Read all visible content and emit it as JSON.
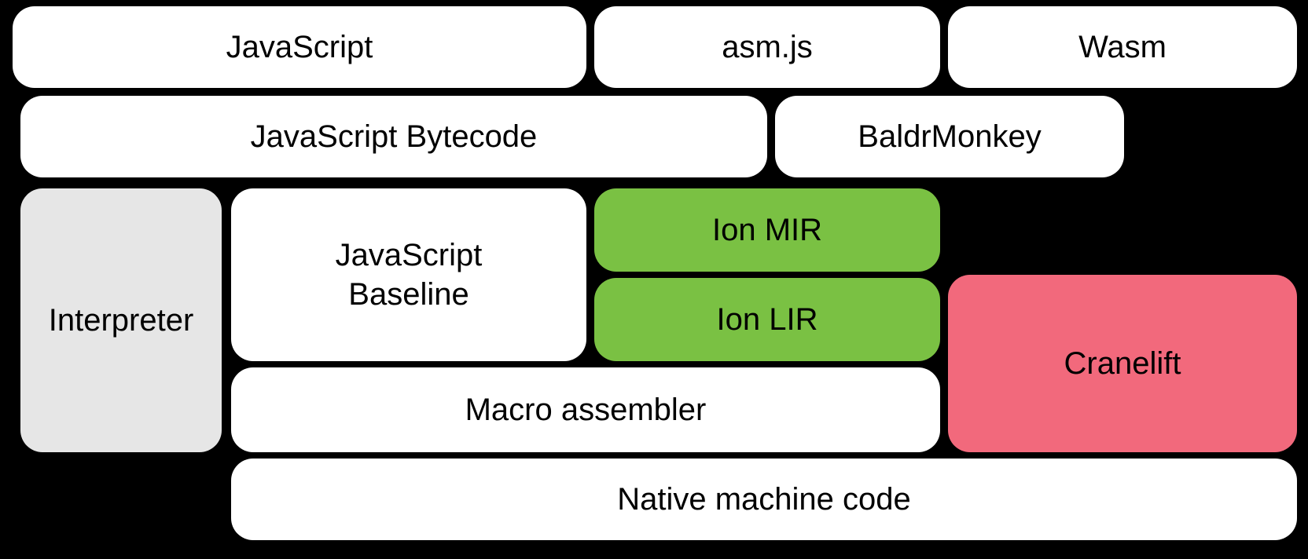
{
  "diagram": {
    "background": "#000000",
    "text_color": "#000000",
    "colors": {
      "default_box": "#ffffff",
      "interpreter_box": "#e6e6e6",
      "ion_box": "#7ac143",
      "cranelift_box": "#f2697c"
    },
    "nodes": {
      "javascript": {
        "label": "JavaScript",
        "color": "#ffffff"
      },
      "asmjs": {
        "label": "asm.js",
        "color": "#ffffff"
      },
      "wasm": {
        "label": "Wasm",
        "color": "#ffffff"
      },
      "bytecode": {
        "label": "JavaScript Bytecode",
        "color": "#ffffff"
      },
      "baldrmonkey": {
        "label": "BaldrMonkey",
        "color": "#ffffff"
      },
      "interpreter": {
        "label": "Interpreter",
        "color": "#e6e6e6"
      },
      "baseline": {
        "label": "JavaScript\nBaseline",
        "color": "#ffffff"
      },
      "ion_mir": {
        "label": "Ion MIR",
        "color": "#7ac143"
      },
      "ion_lir": {
        "label": "Ion LIR",
        "color": "#7ac143"
      },
      "cranelift": {
        "label": "Cranelift",
        "color": "#f2697c"
      },
      "macro_assembler": {
        "label": "Macro assembler",
        "color": "#ffffff"
      },
      "native": {
        "label": "Native machine code",
        "color": "#ffffff"
      }
    }
  }
}
